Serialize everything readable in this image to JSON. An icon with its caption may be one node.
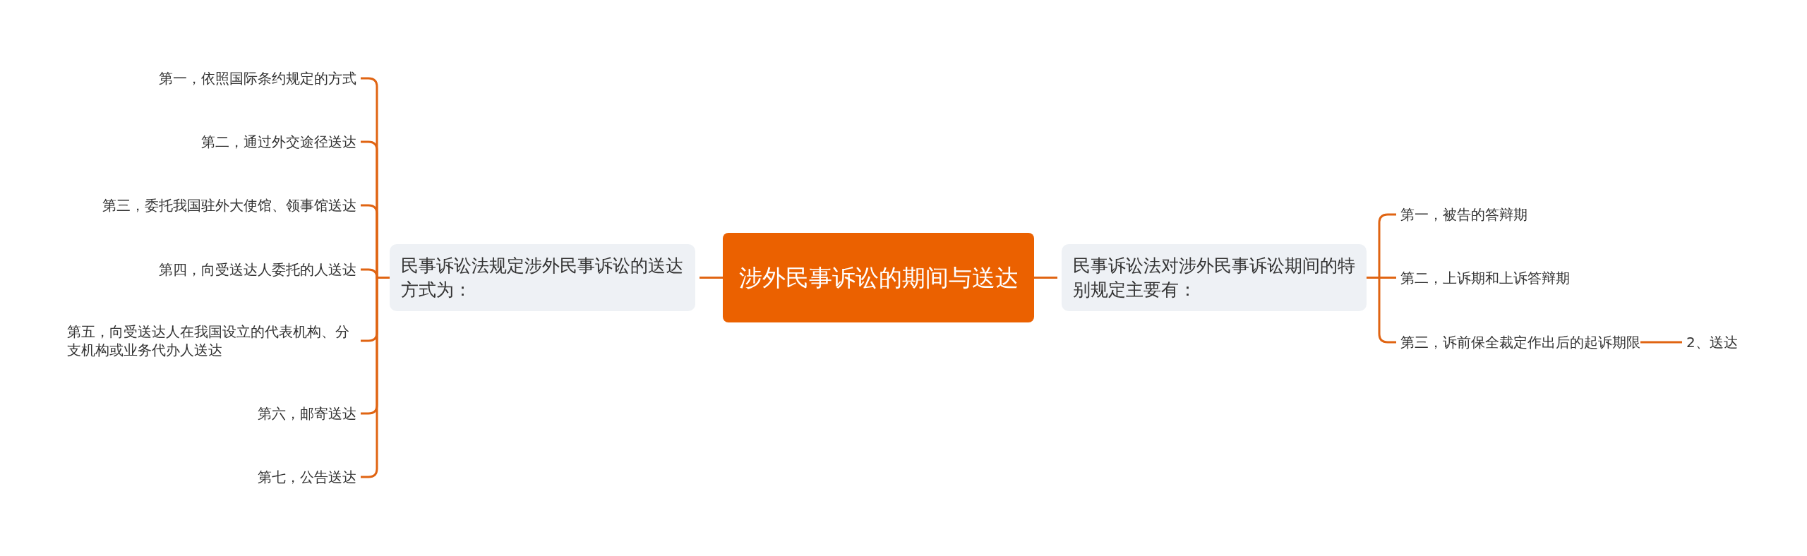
{
  "diagram": {
    "nodes": [
      {
        "text": [
          "涉外民事诉讼的期间与送达"
        ]
      },
      {
        "text": [
          "民事诉讼法规定涉外民事诉讼的送达方式为："
        ]
      },
      {
        "text": [
          "第一，依照国际条约规定的方式"
        ]
      },
      {
        "text": [
          "第二，通过外交途径送达"
        ]
      },
      {
        "text": [
          "第三，委托我国驻外大使馆、领事馆送达"
        ]
      },
      {
        "text": [
          "第四，向受送达人委托的人送达"
        ]
      },
      {
        "text": [
          "第五，向受送达人在我国设立的代表机构、分支机构或业务代办人送达"
        ]
      },
      {
        "text": [
          "第六，邮寄送达"
        ]
      },
      {
        "text": [
          "第七，公告送达"
        ]
      },
      {
        "text": [
          "民事诉讼法对涉外民事诉讼期间的特别规定主要有："
        ]
      },
      {
        "text": [
          "第一，被告的答辩期"
        ]
      },
      {
        "text": [
          "第二，上诉期和上诉答辩期"
        ]
      },
      {
        "text": [
          "第三，诉前保全裁定作出后的起诉期限"
        ]
      },
      {
        "text": [
          "2、送达"
        ]
      }
    ],
    "edges": [
      {
        "from": 0,
        "to": 1,
        "arrow": "none"
      },
      {
        "from": 0,
        "to": 9,
        "arrow": "none"
      },
      {
        "from": 1,
        "to": 2,
        "arrow": "none"
      },
      {
        "from": 1,
        "to": 3,
        "arrow": "none"
      },
      {
        "from": 1,
        "to": 4,
        "arrow": "none"
      },
      {
        "from": 1,
        "to": 5,
        "arrow": "none"
      },
      {
        "from": 1,
        "to": 6,
        "arrow": "none"
      },
      {
        "from": 1,
        "to": 7,
        "arrow": "none"
      },
      {
        "from": 1,
        "to": 8,
        "arrow": "none"
      },
      {
        "from": 9,
        "to": 10,
        "arrow": "none"
      },
      {
        "from": 9,
        "to": 11,
        "arrow": "none"
      },
      {
        "from": 9,
        "to": 12,
        "arrow": "none"
      },
      {
        "from": 12,
        "to": 13,
        "arrow": "none"
      }
    ]
  }
}
